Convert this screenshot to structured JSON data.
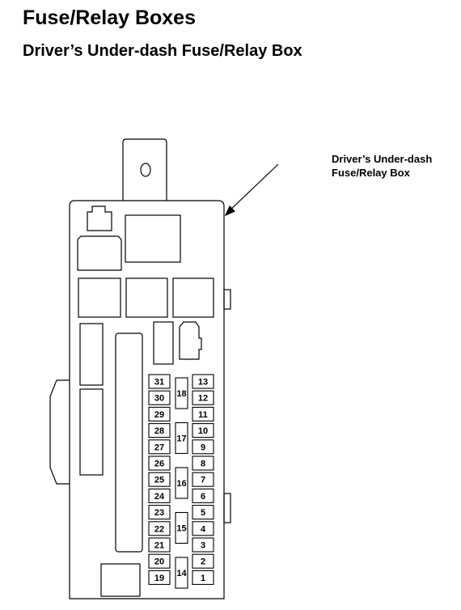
{
  "page": {
    "title": "Fuse/Relay Boxes",
    "subtitle": "Driver’s Under-dash Fuse/Relay Box"
  },
  "callout": {
    "line1": "Driver’s Under-dash",
    "line2": "Fuse/Relay Box"
  },
  "fuses": {
    "left": [
      "31",
      "30",
      "29",
      "28",
      "27",
      "26",
      "25",
      "24",
      "23",
      "22",
      "21",
      "20",
      "19"
    ],
    "right": [
      "13",
      "12",
      "11",
      "10",
      "9",
      "8",
      "7",
      "6",
      "5",
      "4",
      "3",
      "2",
      "1"
    ],
    "middle": [
      "18",
      "17",
      "16",
      "15",
      "14"
    ]
  }
}
